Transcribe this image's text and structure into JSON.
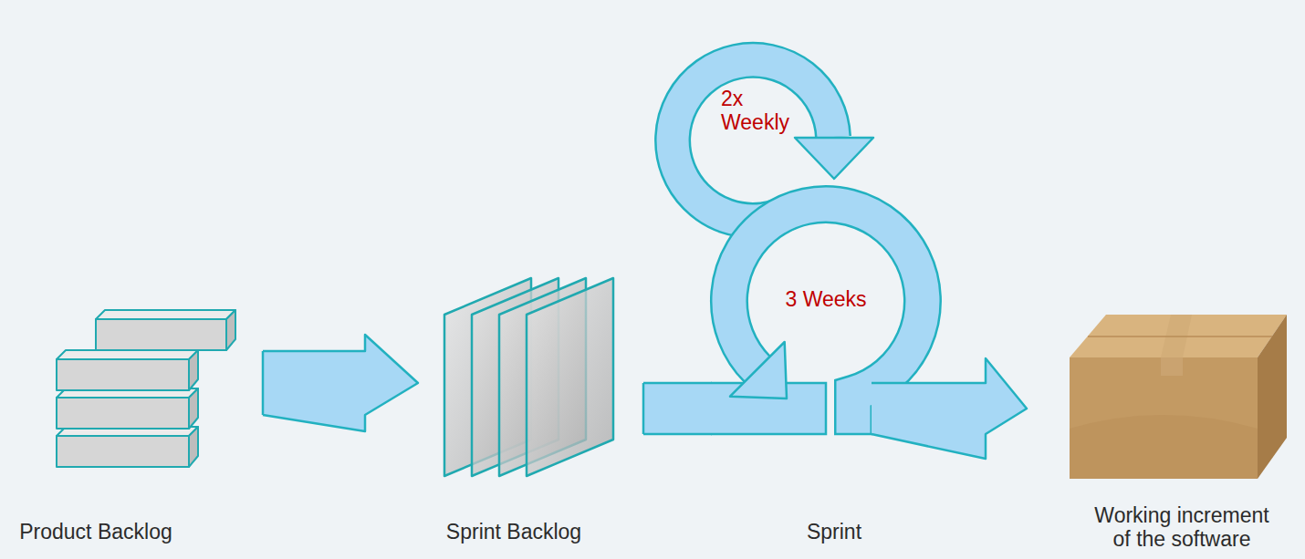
{
  "diagram": {
    "nodes": [
      {
        "text": [
          "Product Backlog"
        ]
      },
      {
        "text": [
          "Sprint Backlog"
        ]
      },
      {
        "text": [
          "2x Weekly"
        ]
      },
      {
        "text": [
          "3 Weeks",
          "Sprint"
        ]
      },
      {
        "text": [
          "Working increment of the software"
        ]
      }
    ],
    "edges": [
      {
        "from": 0,
        "to": 1,
        "arrow": "to"
      },
      {
        "from": 1,
        "to": 3,
        "arrow": "none"
      },
      {
        "from": 3,
        "to": 4,
        "arrow": "to"
      }
    ]
  }
}
